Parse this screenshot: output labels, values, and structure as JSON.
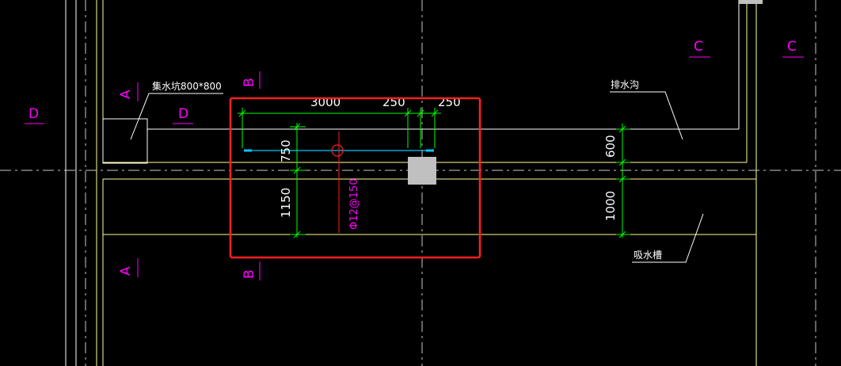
{
  "colors": {
    "background": "#000000",
    "wall": "#ffff99",
    "line_white": "#ffffff",
    "axis": "#c8c8c8",
    "dimension": "#00ff00",
    "section_marker": "#ff00ff",
    "rebar": "#ff0000",
    "highlight_box": "#ff2020",
    "bar_cyan": "#00c8ff",
    "block_gray": "#c0c0c0"
  },
  "section_marks": {
    "d_left": "D",
    "d_inner": "D",
    "a_top": "A",
    "a_bottom": "A",
    "b_top": "B",
    "b_bottom": "B",
    "c_left": "C",
    "c_right": "C"
  },
  "annotations": {
    "sump_label": "集水坑800*800",
    "drain_ditch_label": "排水沟",
    "suction_trough_label": "吸水槽",
    "rebar_label": "Φ12@150"
  },
  "dimensions": {
    "span_3000": "3000",
    "span_250_a": "250",
    "span_250_b": "250",
    "left_750": "750",
    "left_1150": "1150",
    "right_600": "600",
    "right_1000": "1000"
  }
}
